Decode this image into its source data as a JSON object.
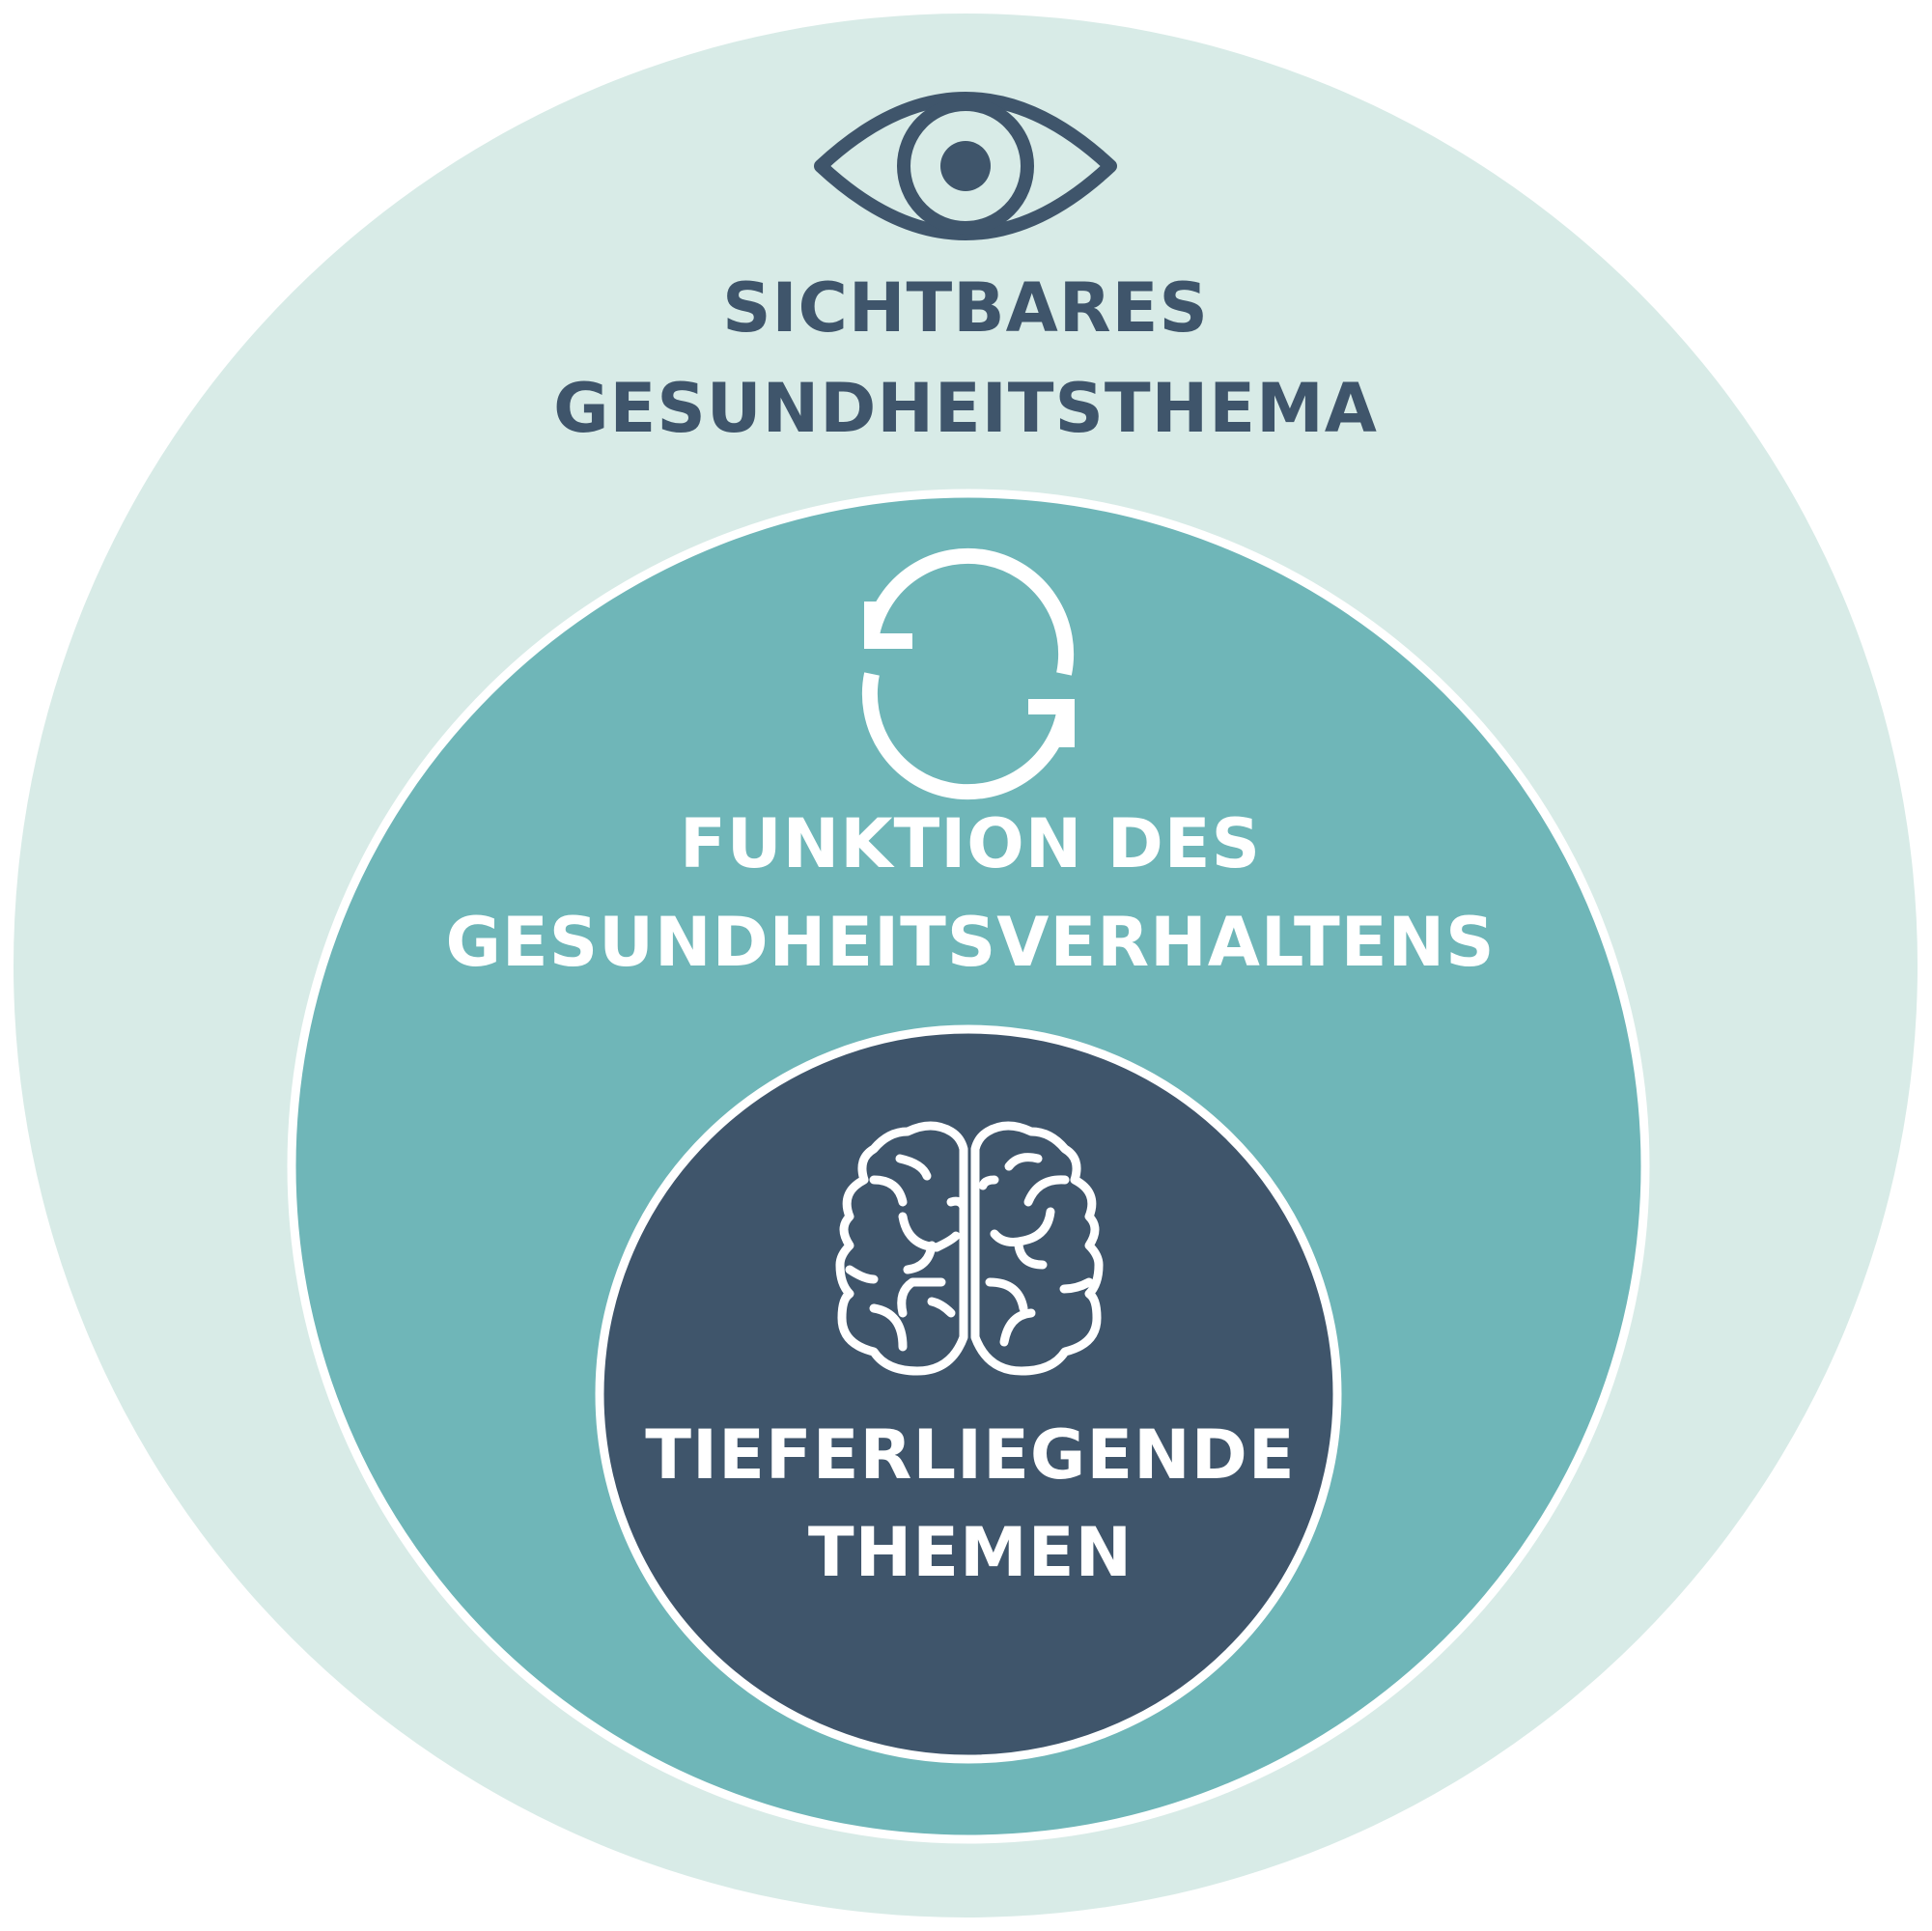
{
  "colors": {
    "background": "#ffffff",
    "outer_circle": "#d8ebe7",
    "middle_circle": "#6fb6b8",
    "inner_circle": "#3f556b",
    "ring_stroke": "#ffffff",
    "dark_text": "#3f556b",
    "light_text": "#ffffff"
  },
  "layers": {
    "outer": {
      "icon": "eye-icon",
      "label_line1": "SICHTBARES",
      "label_line2": "GESUNDHEITSTHEMA"
    },
    "middle": {
      "icon": "refresh-cycle-icon",
      "label_line1": "FUNKTION DES",
      "label_line2": "GESUNDHEITSVERHALTENS"
    },
    "inner": {
      "icon": "brain-icon",
      "label_line1": "TIEFERLIEGENDE",
      "label_line2": "THEMEN"
    }
  }
}
